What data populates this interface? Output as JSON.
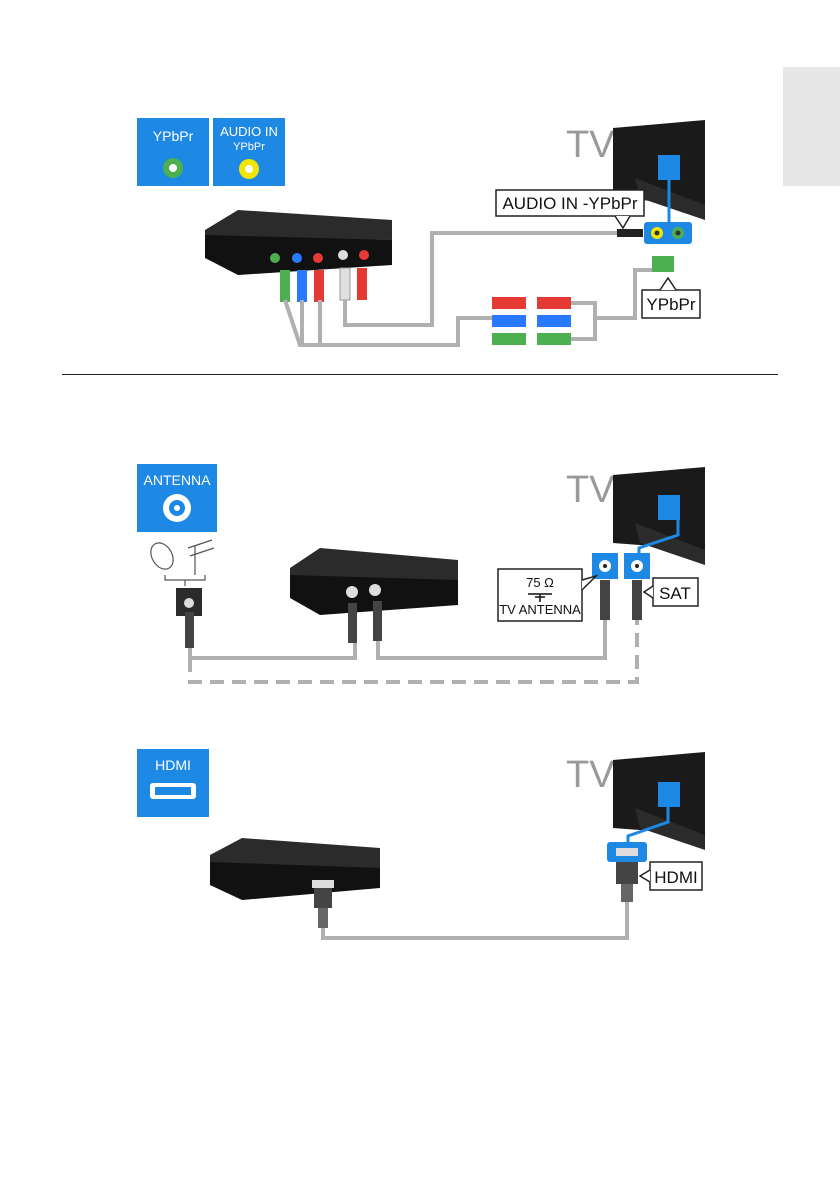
{
  "sidebar": {
    "tab": ""
  },
  "footer": {
    "page_number": ""
  },
  "colors": {
    "accent_blue": "#1e88e5",
    "cable_grey": "#b0b0b0",
    "device_black": "#1a1a1a",
    "green": "#4caf50",
    "blue": "#2979ff",
    "red": "#e53935",
    "yellow": "#f2e600"
  },
  "sections": {
    "component": {
      "badges": {
        "ypbpr": "YPbPr",
        "audio_line1": "AUDIO IN",
        "audio_line2": "YPbPr"
      },
      "tv_label": "TV",
      "callout_audio": "AUDIO IN -YPbPr",
      "callout_ypbpr": "YPbPr"
    },
    "antenna": {
      "badge": "ANTENNA",
      "tv_label": "TV",
      "callout_ohm": "75 Ω",
      "callout_tv_antenna": "TV ANTENNA",
      "callout_sat": "SAT"
    },
    "hdmi": {
      "badge": "HDMI",
      "tv_label": "TV",
      "callout_hdmi": "HDMI"
    }
  }
}
